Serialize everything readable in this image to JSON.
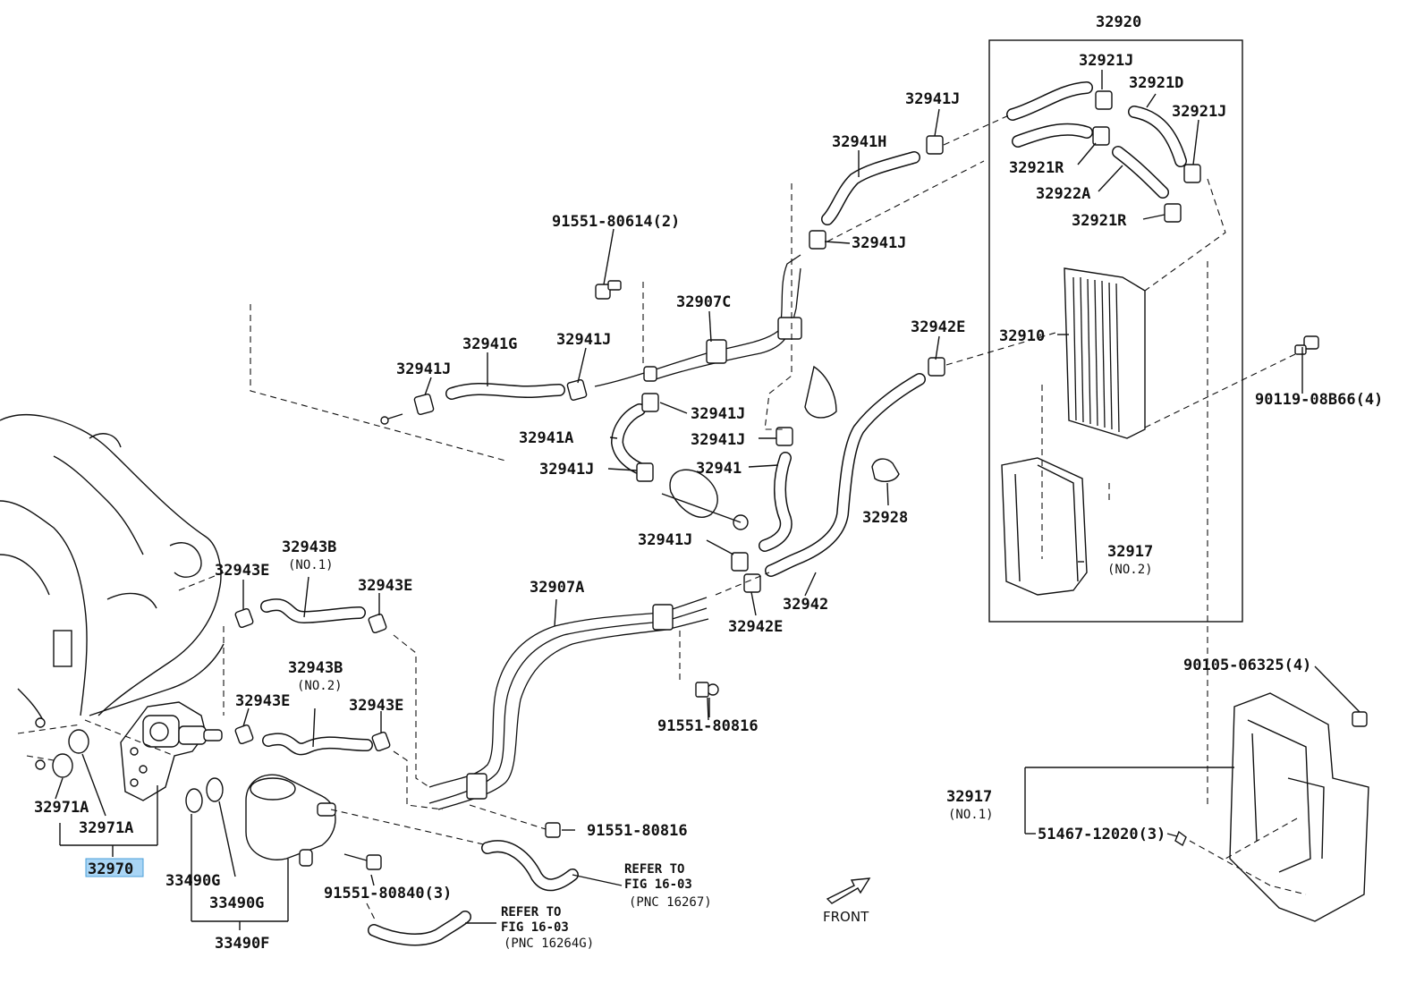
{
  "labels": {
    "l32920": "32920",
    "l32921J_a": "32921J",
    "l32921D": "32921D",
    "l32921J_b": "32921J",
    "l32921R_a": "32921R",
    "l32922A": "32922A",
    "l32921R_b": "32921R",
    "l32910": "32910",
    "l32917_2": "32917",
    "l32917_2_sub": "(NO.2)",
    "l90119": "90119-08B66(4)",
    "l90105": "90105-06325(4)",
    "l32917_1": "32917",
    "l32917_1_sub": "(NO.1)",
    "l51467": "51467-12020(3)",
    "l32941J_top": "32941J",
    "l32941H": "32941H",
    "l32941J_h2": "32941J",
    "l91551_80614": "91551-80614(2)",
    "l32907C": "32907C",
    "l32941G": "32941G",
    "l32941J_g1": "32941J",
    "l32941J_g2": "32941J",
    "l32942E_top": "32942E",
    "l32941J_m1": "32941J",
    "l32941A": "32941A",
    "l32941J_m2": "32941J",
    "l32941J_m3": "32941J",
    "l32941": "32941",
    "l32928": "32928",
    "l32941J_m4": "32941J",
    "l32942": "32942",
    "l32942E_bot": "32942E",
    "l32907A": "32907A",
    "l91551_80816_a": "91551-80816",
    "l91551_80816_b": "91551-80816",
    "l32943B_1": "32943B",
    "l32943B_1_sub": "(NO.1)",
    "l32943E_a": "32943E",
    "l32943E_b": "32943E",
    "l32943B_2": "32943B",
    "l32943B_2_sub": "(NO.2)",
    "l32943E_c": "32943E",
    "l32943E_d": "32943E",
    "l32971A_a": "32971A",
    "l32971A_b": "32971A",
    "l32970": "32970",
    "l33490G_a": "33490G",
    "l33490G_b": "33490G",
    "l33490F": "33490F",
    "l91551_80840": "91551-80840(3)",
    "front": "FRONT"
  },
  "refs": {
    "ref1_a": "REFER TO",
    "ref1_b": "FIG 16-03",
    "ref1_c": "(PNC 16267)",
    "ref2_a": "REFER TO",
    "ref2_b": "FIG 16-03",
    "ref2_c": "(PNC 16264G)"
  },
  "colors": {
    "highlight": "#a9d5f5",
    "ink": "#111111"
  }
}
